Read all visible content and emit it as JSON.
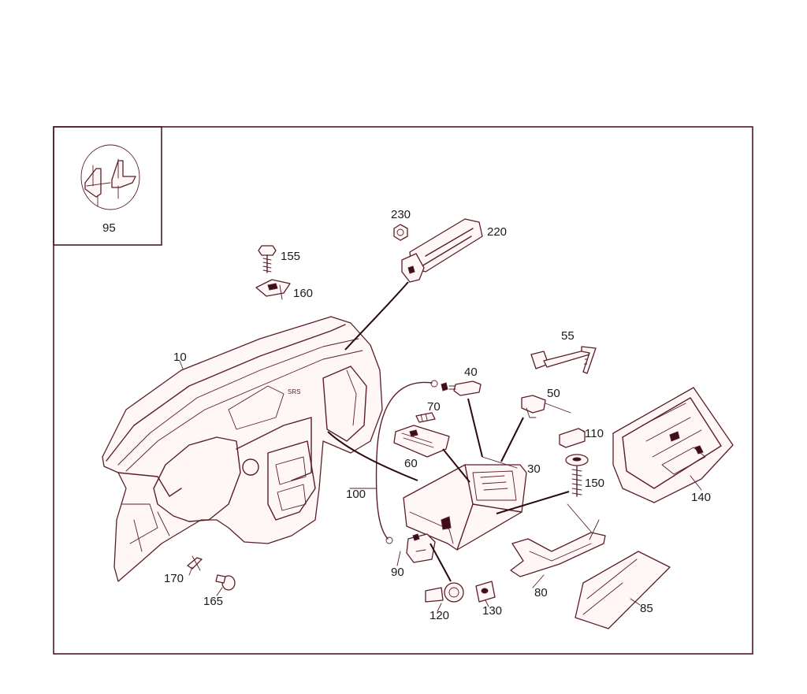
{
  "labels": {
    "p95": "95",
    "p10": "10",
    "p155": "155",
    "p160": "160",
    "p230": "230",
    "p220": "220",
    "p55": "55",
    "p40": "40",
    "p50": "50",
    "p70": "70",
    "p60": "60",
    "p30": "30",
    "p110": "110",
    "p150": "150",
    "p140": "140",
    "p100": "100",
    "p90": "90",
    "p80": "80",
    "p85": "85",
    "p120": "120",
    "p130": "130",
    "p170": "170",
    "p165": "165"
  },
  "colors": {
    "line": "#5a1e2a",
    "fill": "#fff6f6",
    "text": "#1a1a1a",
    "background": "#ffffff"
  }
}
